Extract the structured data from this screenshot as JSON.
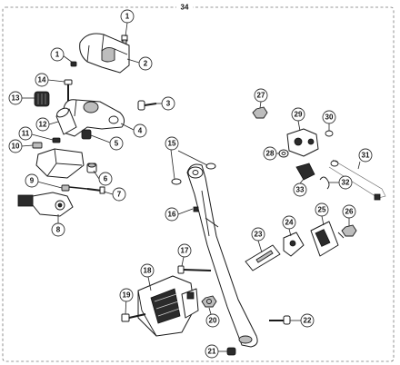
{
  "assembly": {
    "label": "34"
  },
  "callouts": [
    {
      "id": "1a",
      "label": "1"
    },
    {
      "id": "1b",
      "label": "1"
    },
    {
      "id": "2",
      "label": "2"
    },
    {
      "id": "3",
      "label": "3"
    },
    {
      "id": "4",
      "label": "4"
    },
    {
      "id": "5",
      "label": "5"
    },
    {
      "id": "6",
      "label": "6"
    },
    {
      "id": "7",
      "label": "7"
    },
    {
      "id": "8",
      "label": "8"
    },
    {
      "id": "9",
      "label": "9"
    },
    {
      "id": "10",
      "label": "10"
    },
    {
      "id": "11",
      "label": "11"
    },
    {
      "id": "12",
      "label": "12"
    },
    {
      "id": "13",
      "label": "13"
    },
    {
      "id": "14",
      "label": "14"
    },
    {
      "id": "15",
      "label": "15"
    },
    {
      "id": "16",
      "label": "16"
    },
    {
      "id": "17",
      "label": "17"
    },
    {
      "id": "18",
      "label": "18"
    },
    {
      "id": "19",
      "label": "19"
    },
    {
      "id": "20",
      "label": "20"
    },
    {
      "id": "21",
      "label": "21"
    },
    {
      "id": "22",
      "label": "22"
    },
    {
      "id": "23",
      "label": "23"
    },
    {
      "id": "24",
      "label": "24"
    },
    {
      "id": "25",
      "label": "25"
    },
    {
      "id": "26",
      "label": "26"
    },
    {
      "id": "27",
      "label": "27"
    },
    {
      "id": "28",
      "label": "28"
    },
    {
      "id": "29",
      "label": "29"
    },
    {
      "id": "30",
      "label": "30"
    },
    {
      "id": "31",
      "label": "31"
    },
    {
      "id": "32",
      "label": "32"
    },
    {
      "id": "33",
      "label": "33"
    }
  ]
}
